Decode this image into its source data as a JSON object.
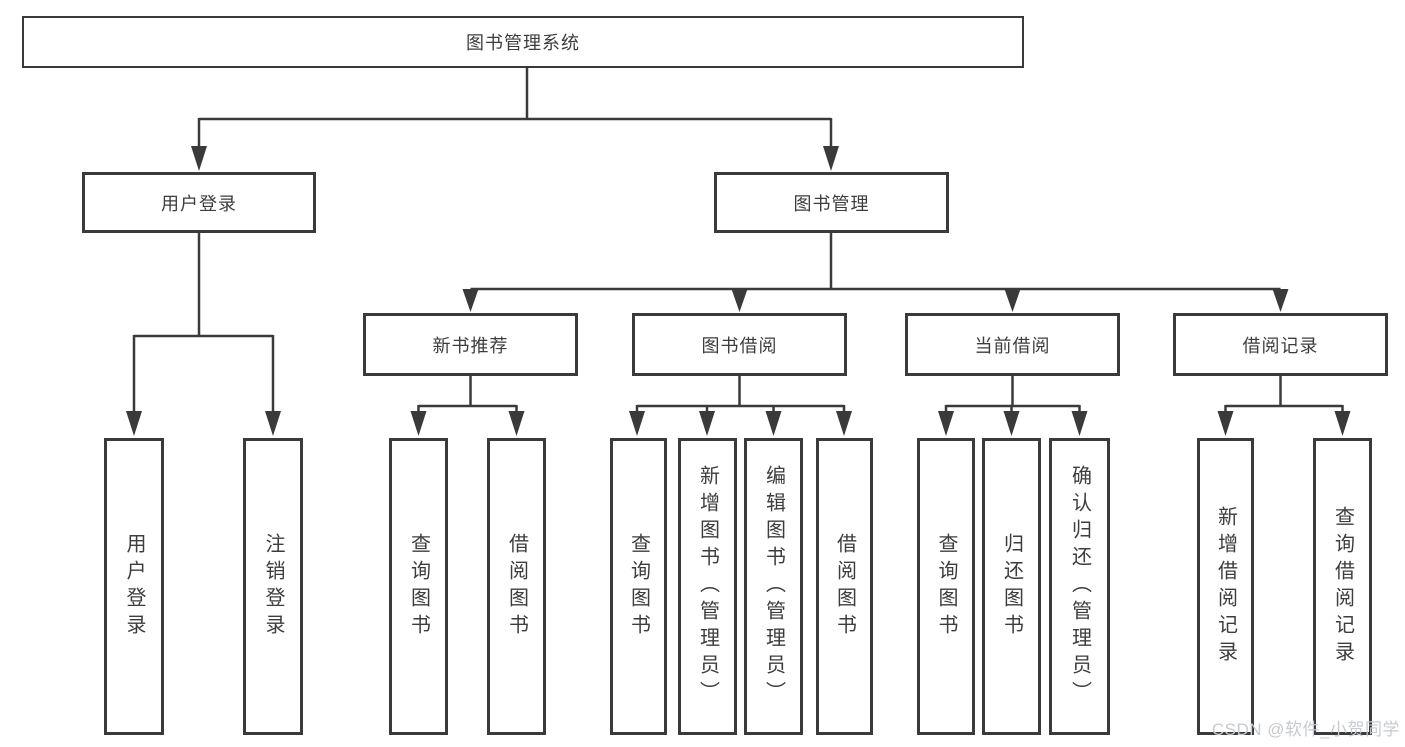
{
  "diagram": {
    "title": "图书管理系统",
    "branches": [
      {
        "label": "用户登录",
        "children": [
          {
            "label": "用户登录"
          },
          {
            "label": "注销登录"
          }
        ]
      },
      {
        "label": "图书管理",
        "children": [
          {
            "label": "新书推荐",
            "children": [
              {
                "label": "查询图书"
              },
              {
                "label": "借阅图书"
              }
            ]
          },
          {
            "label": "图书借阅",
            "children": [
              {
                "label": "查询图书"
              },
              {
                "label": "新增图书（管理员）"
              },
              {
                "label": "编辑图书（管理员）"
              },
              {
                "label": "借阅图书"
              }
            ]
          },
          {
            "label": "当前借阅",
            "children": [
              {
                "label": "查询图书"
              },
              {
                "label": "归还图书"
              },
              {
                "label": "确认归还（管理员）"
              }
            ]
          },
          {
            "label": "借阅记录",
            "children": [
              {
                "label": "新增借阅记录"
              },
              {
                "label": "查询借阅记录"
              }
            ]
          }
        ]
      }
    ]
  },
  "watermark": {
    "text": "CSDN @软件_小贺同学",
    "color": "#c7cad2"
  },
  "colors": {
    "line": "#3a3a3a",
    "box_border": "#3a3a3a",
    "text": "#3d3d3d",
    "background": "#ffffff"
  }
}
